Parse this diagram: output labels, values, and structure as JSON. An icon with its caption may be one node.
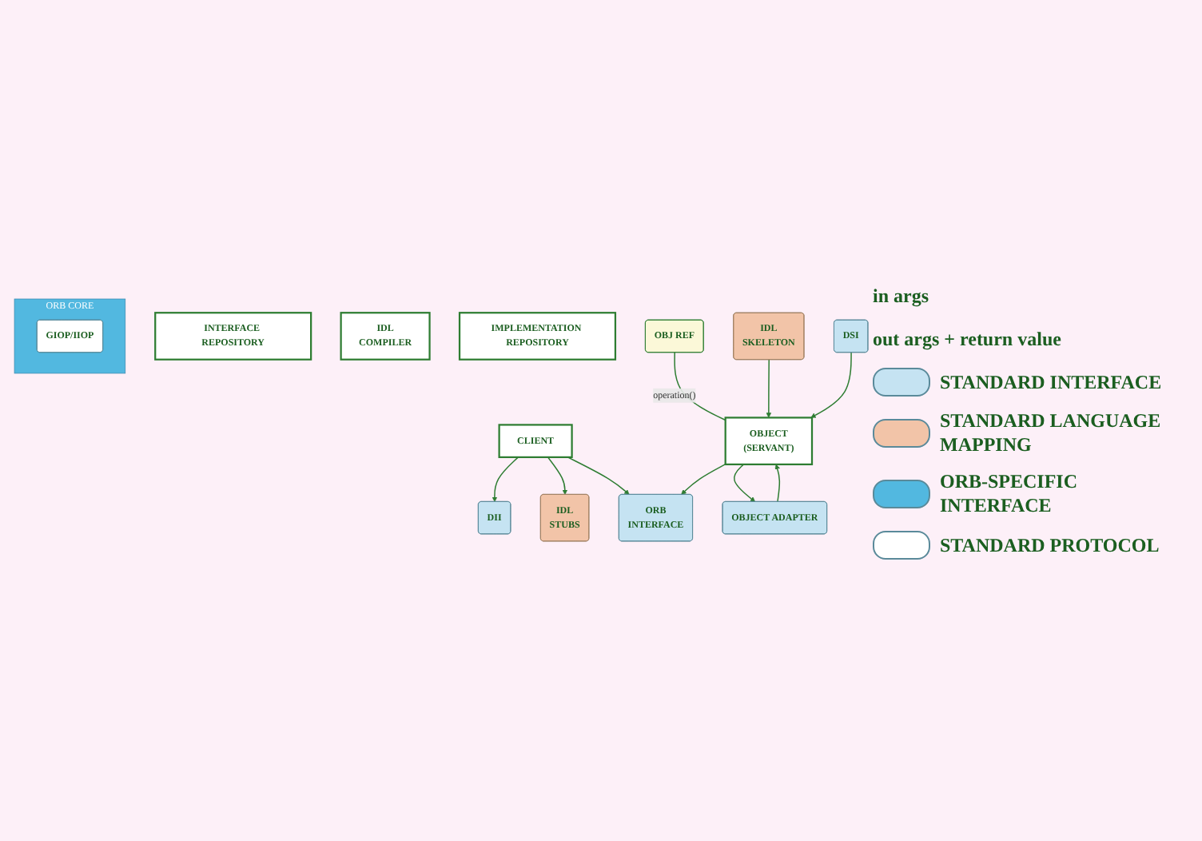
{
  "diagram": {
    "nodes": [
      {
        "text": [
          "INTERFACE REPOSITORY"
        ]
      },
      {
        "text": [
          "IDL",
          "COMPILER"
        ]
      },
      {
        "text": [
          "IMPLEMENTATION REPOSITORY"
        ]
      },
      {
        "text": [
          "CLIENT"
        ]
      },
      {
        "text": [
          "OBJ REF"
        ]
      },
      {
        "text": [
          "OBJECT",
          "(SERVANT)"
        ]
      },
      {
        "text": [
          "DII"
        ]
      },
      {
        "text": [
          "IDL",
          "STUBS"
        ]
      },
      {
        "text": [
          "ORB",
          "INTERFACE"
        ]
      },
      {
        "text": [
          "IDL",
          "SKELETON"
        ]
      },
      {
        "text": [
          "DSI"
        ]
      },
      {
        "text": [
          "OBJECT ADAPTER"
        ]
      },
      {
        "text": [
          "ORB CORE"
        ]
      },
      {
        "text": [
          "GIOP/IIOP"
        ],
        "in": 12
      }
    ],
    "edges": [
      {
        "from": 4,
        "to": 5,
        "arrow": "none",
        "label": "operation()"
      },
      {
        "from": 3,
        "to": 6,
        "arrow": "to"
      },
      {
        "from": 3,
        "to": 7,
        "arrow": "to"
      },
      {
        "from": 3,
        "to": 8,
        "arrow": "to"
      },
      {
        "from": 5,
        "to": 8,
        "arrow": "to"
      },
      {
        "from": 9,
        "to": 5,
        "arrow": "to"
      },
      {
        "from": 10,
        "to": 5,
        "arrow": "to"
      },
      {
        "from": 5,
        "to": 11,
        "arrow": "to"
      },
      {
        "from": 11,
        "to": 5,
        "arrow": "to"
      }
    ],
    "labels": [
      "in args",
      "out args + return value"
    ],
    "legend": [
      {
        "text": "STANDARD INTERFACE",
        "color": "#c5e3f2"
      },
      {
        "text": "STANDARD LANGUAGE MAPPING",
        "color": "#f2c4a8"
      },
      {
        "text": "ORB-SPECIFIC INTERFACE",
        "color": "#52b8e0"
      },
      {
        "text": "STANDARD PROTOCOL",
        "color": "#ffffff"
      }
    ]
  }
}
